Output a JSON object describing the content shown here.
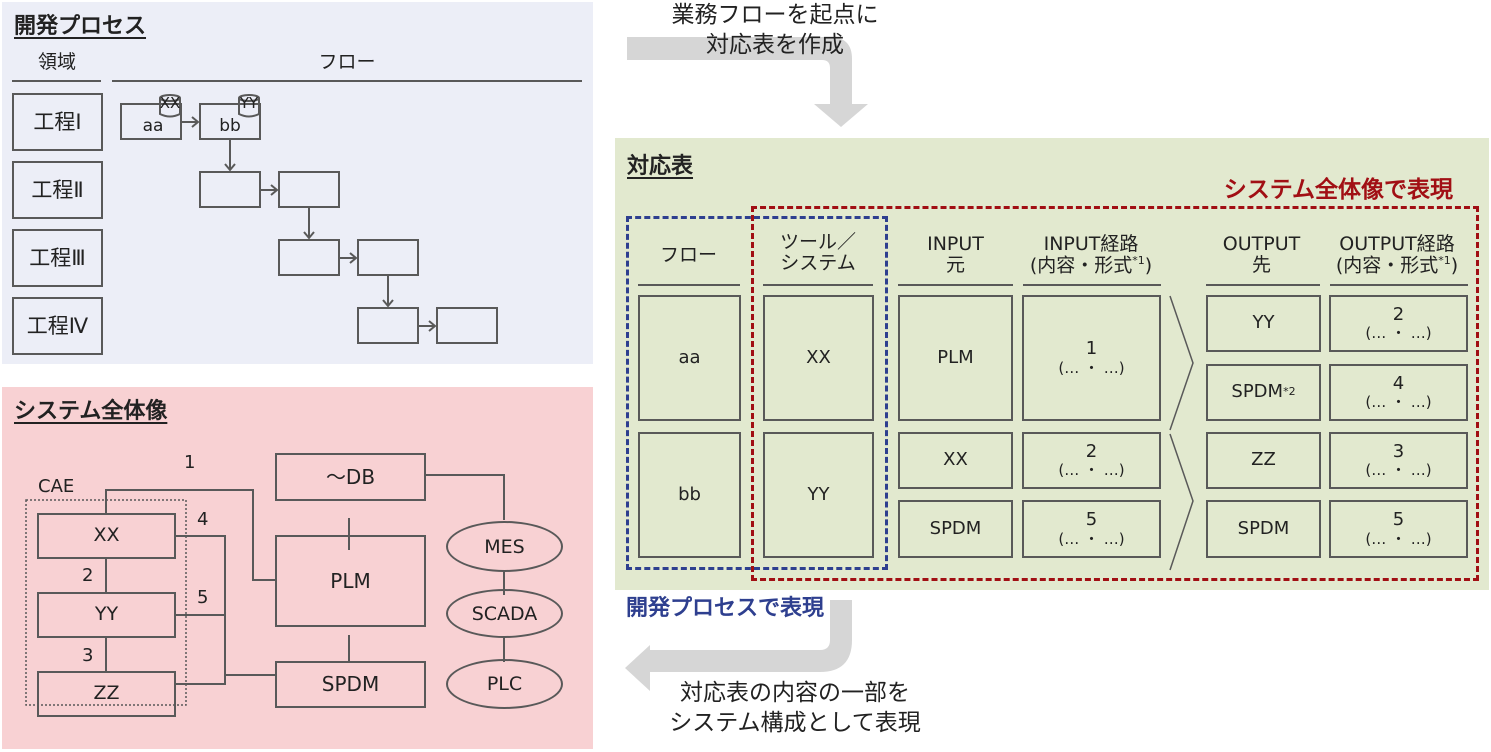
{
  "colors": {
    "process_bg": "#eceef7",
    "system_bg": "#f8d1d3",
    "table_bg": "#e2e9cf",
    "blue": "#2e3f8f",
    "red": "#a10f14",
    "line": "#595959",
    "arrow": "#d6d6d6"
  },
  "process": {
    "title": "開発プロセス",
    "col_domain": "領域",
    "col_flow": "フロー",
    "stages": [
      "工程Ⅰ",
      "工程Ⅱ",
      "工程Ⅲ",
      "工程Ⅳ"
    ],
    "flow_nodes": [
      "aa",
      "bb"
    ],
    "tools": [
      "XX",
      "YY"
    ]
  },
  "system": {
    "title": "システム全体像",
    "group_label": "CAE",
    "cae_nodes": [
      "XX",
      "YY",
      "ZZ"
    ],
    "db": "～DB",
    "plm": "PLM",
    "spdm": "SPDM",
    "ellipses": [
      "MES",
      "SCADA",
      "PLC"
    ],
    "link_numbers": [
      "1",
      "2",
      "3",
      "4",
      "5"
    ]
  },
  "arrows": {
    "top_text": [
      "業務フローを起点に",
      "対応表を作成"
    ],
    "bottom_text": [
      "対応表の内容の一部を",
      "システム構成として表現"
    ]
  },
  "table": {
    "title": "対応表",
    "red_label": "システム全体像で表現",
    "blue_label": "開発プロセスで表現",
    "headers": {
      "flow": "フロー",
      "tool": [
        "ツール／",
        "システム"
      ],
      "input_from": [
        "INPUT",
        "元"
      ],
      "input_path": [
        "INPUT経路",
        "(内容・形式",
        "*1",
        ")"
      ],
      "output_to": [
        "OUTPUT",
        "先"
      ],
      "output_path": [
        "OUTPUT経路",
        "(内容・形式",
        "*1",
        ")"
      ]
    },
    "rows": [
      {
        "flow": "aa",
        "tool": "XX",
        "inputs": [
          {
            "from": "PLM",
            "path": "1",
            "detail": "(… ・ …)"
          }
        ],
        "outputs": [
          {
            "to": "YY",
            "note": "",
            "path": "2",
            "detail": "(… ・ …)"
          },
          {
            "to": "SPDM",
            "note": "*2",
            "path": "4",
            "detail": "(… ・ …)"
          }
        ]
      },
      {
        "flow": "bb",
        "tool": "YY",
        "inputs": [
          {
            "from": "XX",
            "path": "2",
            "detail": "(… ・ …)"
          },
          {
            "from": "SPDM",
            "path": "5",
            "detail": "(… ・ …)"
          }
        ],
        "outputs": [
          {
            "to": "ZZ",
            "note": "",
            "path": "3",
            "detail": "(… ・ …)"
          },
          {
            "to": "SPDM",
            "note": "",
            "path": "5",
            "detail": "(… ・ …)"
          }
        ]
      }
    ]
  }
}
